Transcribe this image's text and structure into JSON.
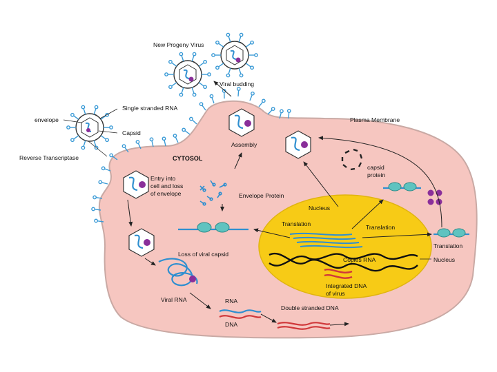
{
  "labels": {
    "new_progeny_virus": "New Progeny Virus",
    "viral_budding": "Viral budding",
    "single_stranded_rna": "Single stranded RNA",
    "envelope": "envelope",
    "capsid": "Capsid",
    "reverse_transcriptase": "Reverse Transcriptase",
    "plasma_membrane": "Plasma Membrane",
    "cytosol": "CYTOSOL",
    "assembly": "Assembly",
    "capsid_protein_line1": "capsid",
    "capsid_protein_line2": "protein",
    "entry_line1": "Entry into",
    "entry_line2": "cell and loss",
    "entry_line3": "of envelope",
    "envelope_protein": "Envelope Protein",
    "nucleus_upper": "Nucleus",
    "translation_left": "Translation",
    "translation_mid": "Translation",
    "translation_right": "Translation",
    "loss_viral_capsid": "Loss of viral capsid",
    "copies_rna": "Copies RNA",
    "nucleus_right": "Nucleus",
    "integrated_line1": "Integrated DNA",
    "integrated_line2": "of virus",
    "viral_rna": "Viral RNA",
    "rna": "RNA",
    "dna": "DNA",
    "double_stranded_dna": "Double stranded DNA"
  },
  "colors": {
    "cell_fill": "#f6c6c0",
    "cell_stroke": "#c9a9a4",
    "nucleus_fill": "#f7cb16",
    "rna_blue": "#2f8fd0",
    "spike_blue": "#3a9ad6",
    "protein_purple": "#8a2f9a",
    "dna_red": "#d0383a",
    "ribosome_teal": "#5fc3c0"
  }
}
